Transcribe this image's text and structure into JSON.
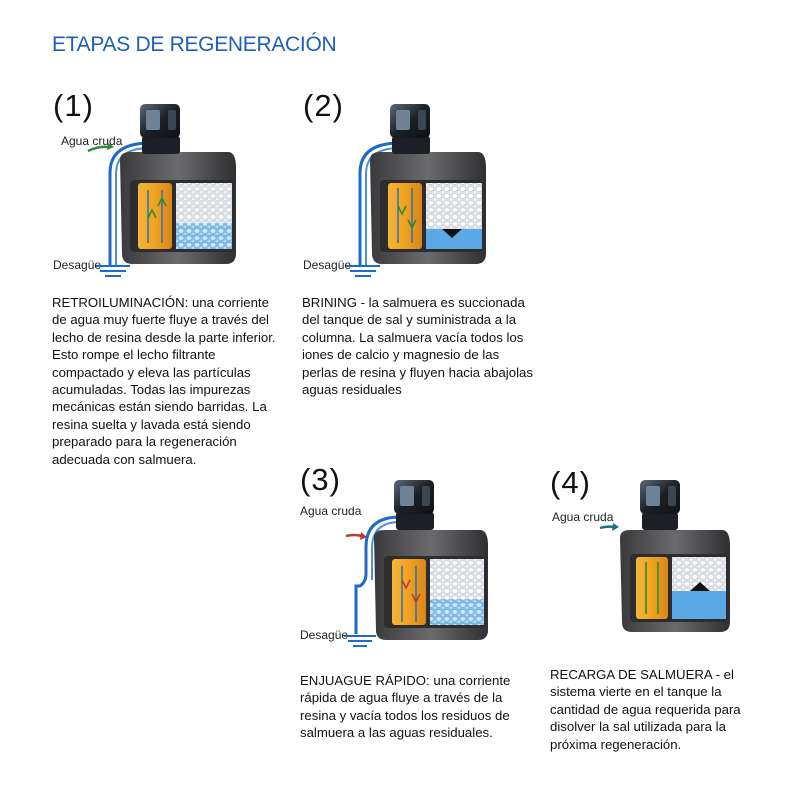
{
  "title": "ETAPAS DE REGENERACIÓN",
  "labels": {
    "raw_water": "Agua cruda",
    "drain": "Desagüe"
  },
  "stages": [
    {
      "number": "(1)",
      "description": "RETROILUMINACIÓN: una corriente de agua muy fuerte fluye a través del lecho de resina desde la parte inferior. Esto rompe el lecho filtrante compactado y eleva las partículas acumuladas. Todas las impurezas mecánicas están siendo barridas. La resina suelta y lavada está siendo preparado para la regeneración adecuada con salmuera."
    },
    {
      "number": "(2)",
      "description": "BRINING - la salmuera es succionada del tanque de sal y suministrada a la columna. La salmuera vacía todos los iones de calcio y magnesio de las perlas de resina y fluyen hacia abajolas aguas residuales"
    },
    {
      "number": "(3)",
      "description": "ENJUAGUE RÁPIDO: una corriente rápida de agua fluye a través de la resina y vacía todos los residuos de salmuera a las aguas residuales."
    },
    {
      "number": "(4)",
      "description": "RECARGA DE SALMUERA - el sistema vierte en el tanque la cantidad de agua requerida para disolver la sal utilizada para la próxima regeneración."
    }
  ],
  "colors": {
    "title": "#1f5fb5",
    "pipe": "#1e6bc4",
    "tank_body": "#4a4a4c",
    "resin": "#f0a21e",
    "salt": "#e9ecef",
    "brine": "#5aa9e6",
    "arrow_green": "#2e8b3a",
    "arrow_red": "#c0392b",
    "arrow_teal": "#1f6e86"
  }
}
